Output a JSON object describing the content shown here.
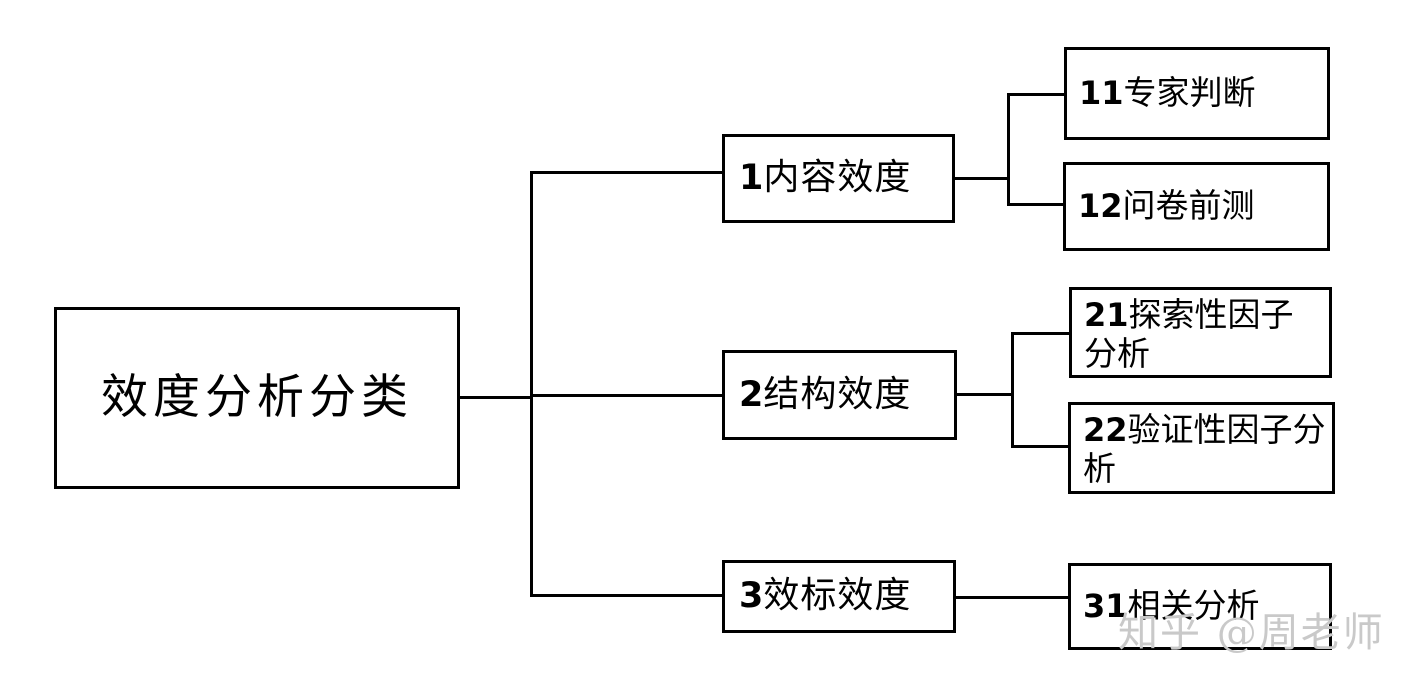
{
  "diagram": {
    "title": "效度分析分类",
    "root": {
      "label": "效度分析分类"
    },
    "branches": [
      {
        "number": "1",
        "name": "内容效度",
        "children": [
          {
            "number": "11",
            "name": "专家判断"
          },
          {
            "number": "12",
            "name": "问卷前测"
          }
        ]
      },
      {
        "number": "2",
        "name": "结构效度",
        "children": [
          {
            "number": "21",
            "name": "探索性因子分析"
          },
          {
            "number": "22",
            "name": "验证性因子分析"
          }
        ]
      },
      {
        "number": "3",
        "name": "效标效度",
        "children": [
          {
            "number": "31",
            "name": "相关分析"
          }
        ]
      }
    ]
  },
  "watermark": {
    "text": "知乎 @周老师"
  },
  "colors": {
    "background": "#ffffff",
    "line": "#000000",
    "text": "#000000",
    "watermark": "#c9c9c9"
  },
  "chart_data": {
    "type": "table",
    "title": "效度分析分类",
    "categories": [
      "1内容效度",
      "2结构效度",
      "3效标效度"
    ],
    "series": [
      {
        "name": "1内容效度",
        "values": [
          "11专家判断",
          "12问卷前测"
        ]
      },
      {
        "name": "2结构效度",
        "values": [
          "21探索性因子分析",
          "22验证性因子分析"
        ]
      },
      {
        "name": "3效标效度",
        "values": [
          "31相关分析"
        ]
      }
    ]
  }
}
